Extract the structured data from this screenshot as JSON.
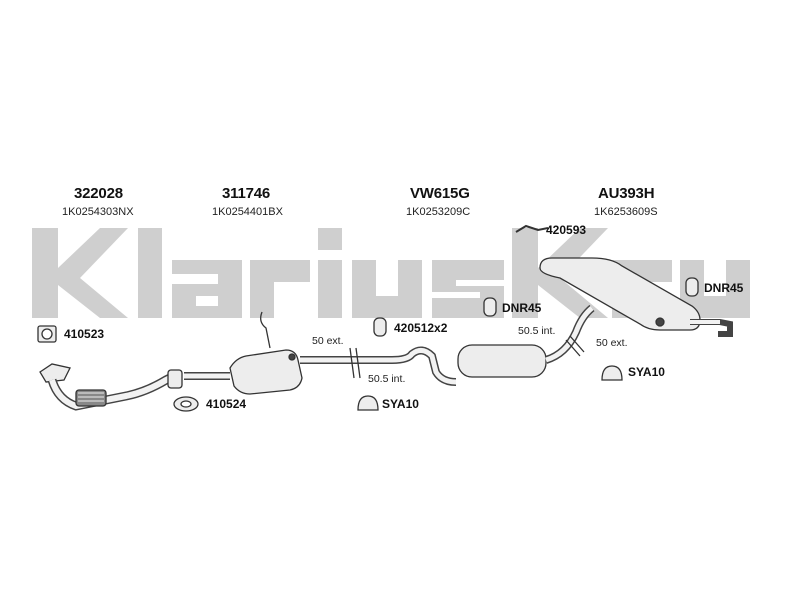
{
  "watermark": {
    "text": "Klarius",
    "color": "#c8c8c8"
  },
  "sections": [
    {
      "part_number": "322028",
      "oem": "1K0254303NX"
    },
    {
      "part_number": "311746",
      "oem": "1K0254401BX"
    },
    {
      "part_number": "VW615G",
      "oem": "1K0253209C"
    },
    {
      "part_number": "AU393H",
      "oem": "1K6253609S"
    }
  ],
  "accessories": {
    "a410523": "410523",
    "a410524": "410524",
    "a420593": "420593",
    "a420512": "420512x2",
    "dnr45_mid": "DNR45",
    "dnr45_right": "DNR45",
    "sya10_mid": "SYA10",
    "sya10_right": "SYA10"
  },
  "notes": {
    "ext50_left": "50 ext.",
    "int505_left": "50.5 int.",
    "int505_right": "50.5 int.",
    "ext50_right": "50 ext."
  },
  "colors": {
    "line": "#333333",
    "part_fill": "#ededed",
    "dark": "#444444"
  }
}
